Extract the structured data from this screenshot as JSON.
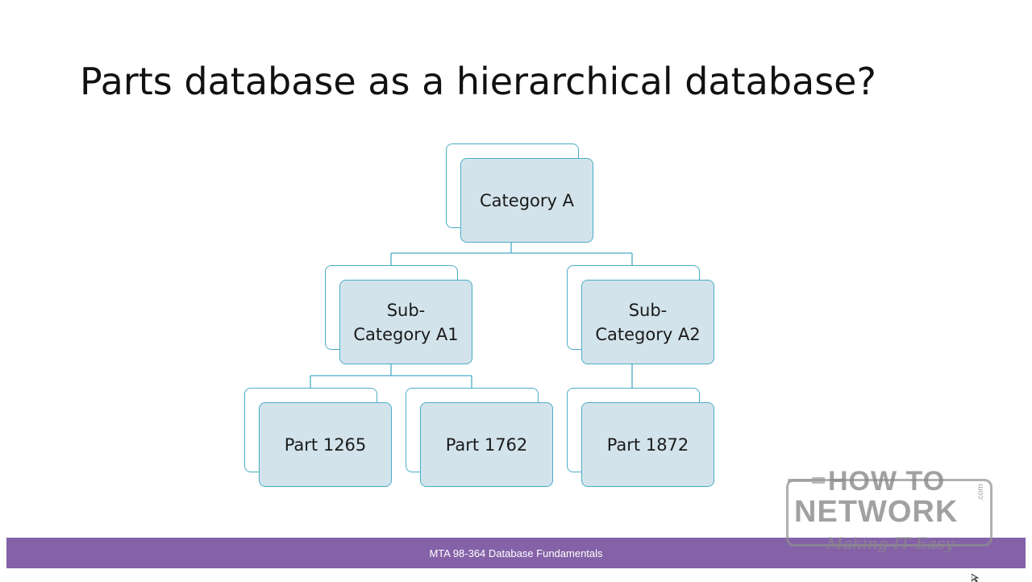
{
  "slide": {
    "title": "Parts database as a hierarchical database?"
  },
  "diagram": {
    "root": {
      "label": "Category A"
    },
    "subcategories": [
      {
        "label": "Sub-\nCategory A1"
      },
      {
        "label": "Sub-\nCategory A2"
      }
    ],
    "parts": [
      {
        "label": "Part 1265",
        "parent": "Sub-Category A1"
      },
      {
        "label": "Part 1762",
        "parent": "Sub-Category A1"
      },
      {
        "label": "Part 1872",
        "parent": "Sub-Category A2"
      }
    ],
    "colors": {
      "box_fill": "#d3e3ec",
      "box_border": "#4bacc6",
      "connector": "#4bacc6"
    }
  },
  "footer": {
    "text": "MTA 98-364 Database Fundamentals",
    "color": "#8562a8"
  },
  "logo": {
    "line1": "HOW TO",
    "line2": "NETWORK",
    "suffix": ".com",
    "tagline": "Making IT Easy"
  }
}
